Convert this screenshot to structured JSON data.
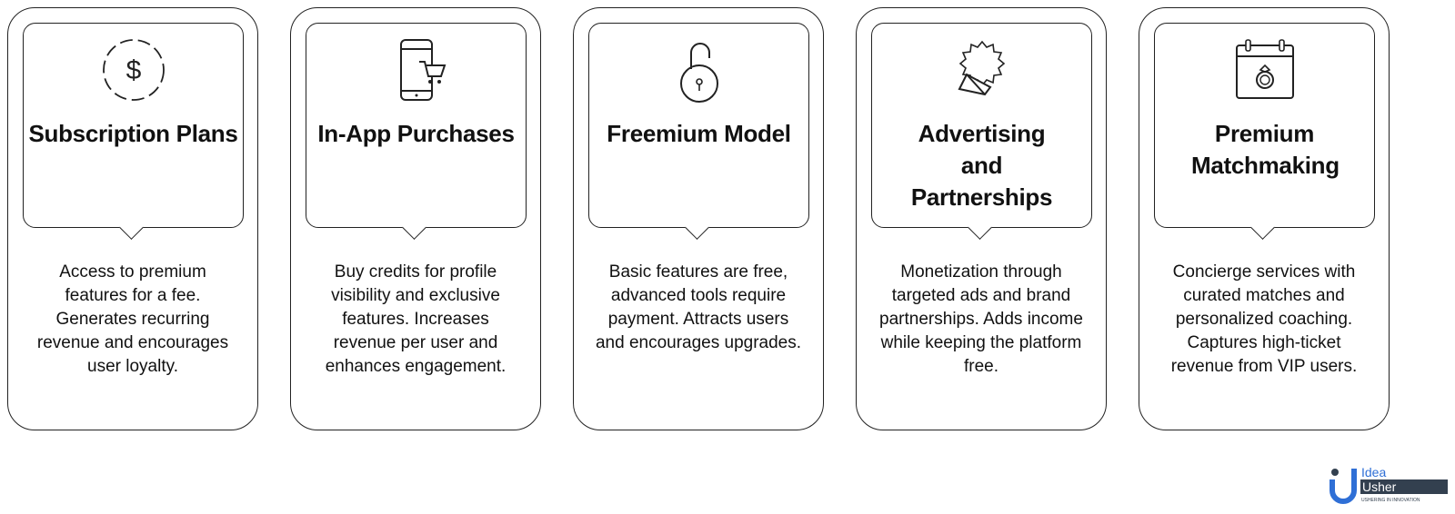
{
  "cards": [
    {
      "icon": "dollar-circle-icon",
      "title": "Subscription Plans",
      "description": "Access to premium features for a fee. Generates recurring revenue and encourages user loyalty."
    },
    {
      "icon": "phone-cart-icon",
      "title": "In-App Purchases",
      "description": "Buy credits for profile visibility and exclusive features. Increases revenue per user and enhances engagement."
    },
    {
      "icon": "open-lock-icon",
      "title": "Freemium Model",
      "description": "Basic features are free, advanced tools require payment. Attracts users and encourages upgrades."
    },
    {
      "icon": "megaphone-badge-icon",
      "title": "Advertising and Partnerships",
      "description": "Monetization through targeted ads and brand partnerships. Adds income while keeping the platform free."
    },
    {
      "icon": "calendar-ring-icon",
      "title": "Premium Matchmaking",
      "description": "Concierge services with curated matches and personalized coaching. Captures high-ticket revenue from VIP users."
    }
  ],
  "logo": {
    "line1": "Idea",
    "line2": "Usher",
    "tagline": "USHERING IN INNOVATION",
    "colors": {
      "blue": "#2f6fd6",
      "dark": "#33404f"
    }
  }
}
